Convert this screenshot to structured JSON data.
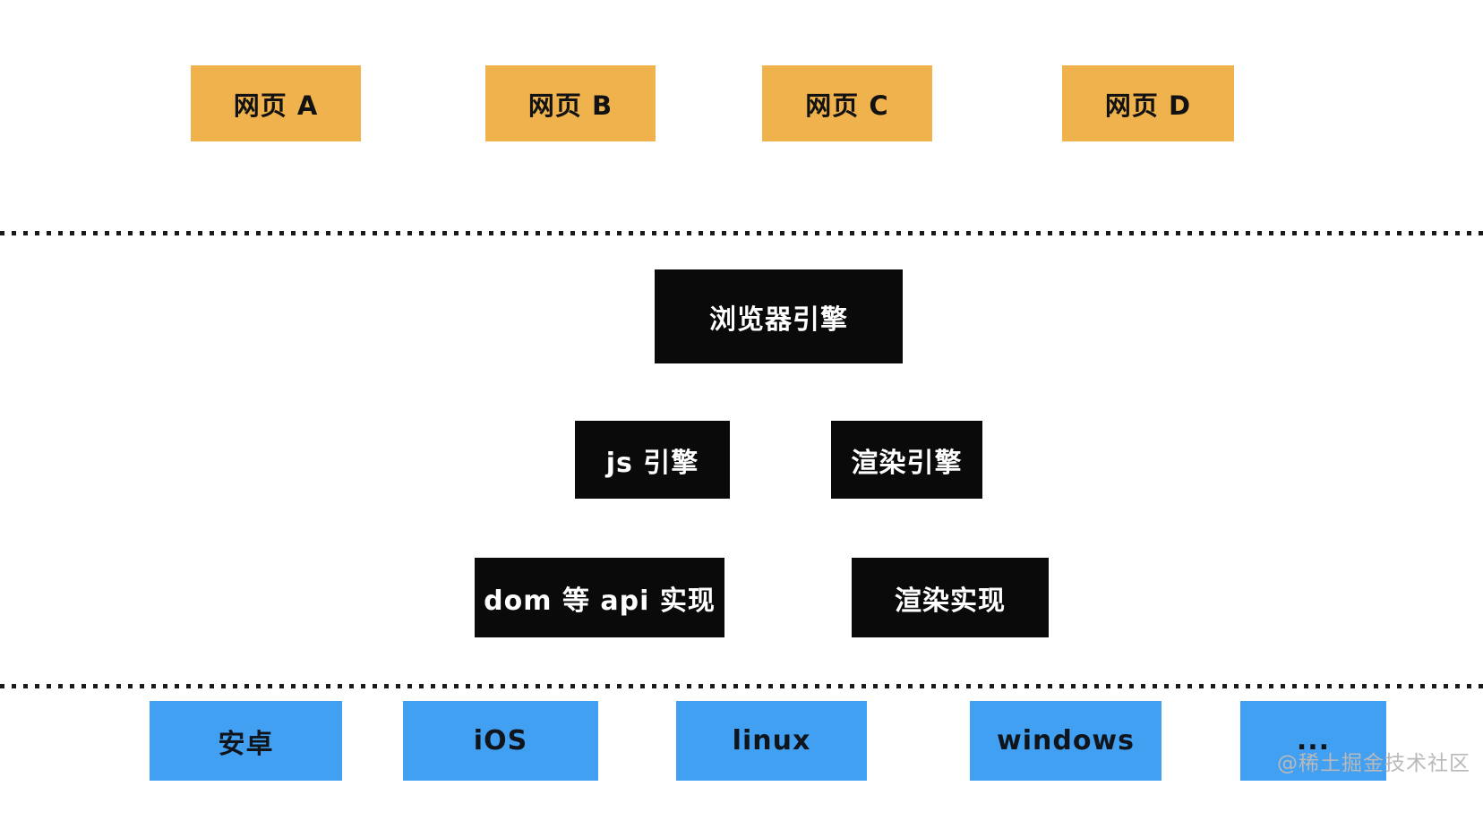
{
  "diagram": {
    "web_pages": [
      {
        "label": "网页 A"
      },
      {
        "label": "网页 B"
      },
      {
        "label": "网页 C"
      },
      {
        "label": "网页 D"
      }
    ],
    "browser_engine": {
      "label": "浏览器引擎"
    },
    "engines": [
      {
        "label": "js 引擎"
      },
      {
        "label": "渲染引擎"
      }
    ],
    "implementations": [
      {
        "label": "dom 等 api 实现"
      },
      {
        "label": "渲染实现"
      }
    ],
    "platforms": [
      {
        "label": "安卓"
      },
      {
        "label": "iOS"
      },
      {
        "label": "linux"
      },
      {
        "label": "windows"
      },
      {
        "label": "..."
      }
    ]
  },
  "watermark": {
    "label": "@稀土掘金技术社区"
  },
  "colors": {
    "web_page_box": "#efb24d",
    "engine_box": "#0a0a0a",
    "platform_box": "#42a0f2",
    "background": "#ffffff",
    "dotted_line": "#1a1a1a",
    "watermark_text": "#b9b9b9"
  }
}
